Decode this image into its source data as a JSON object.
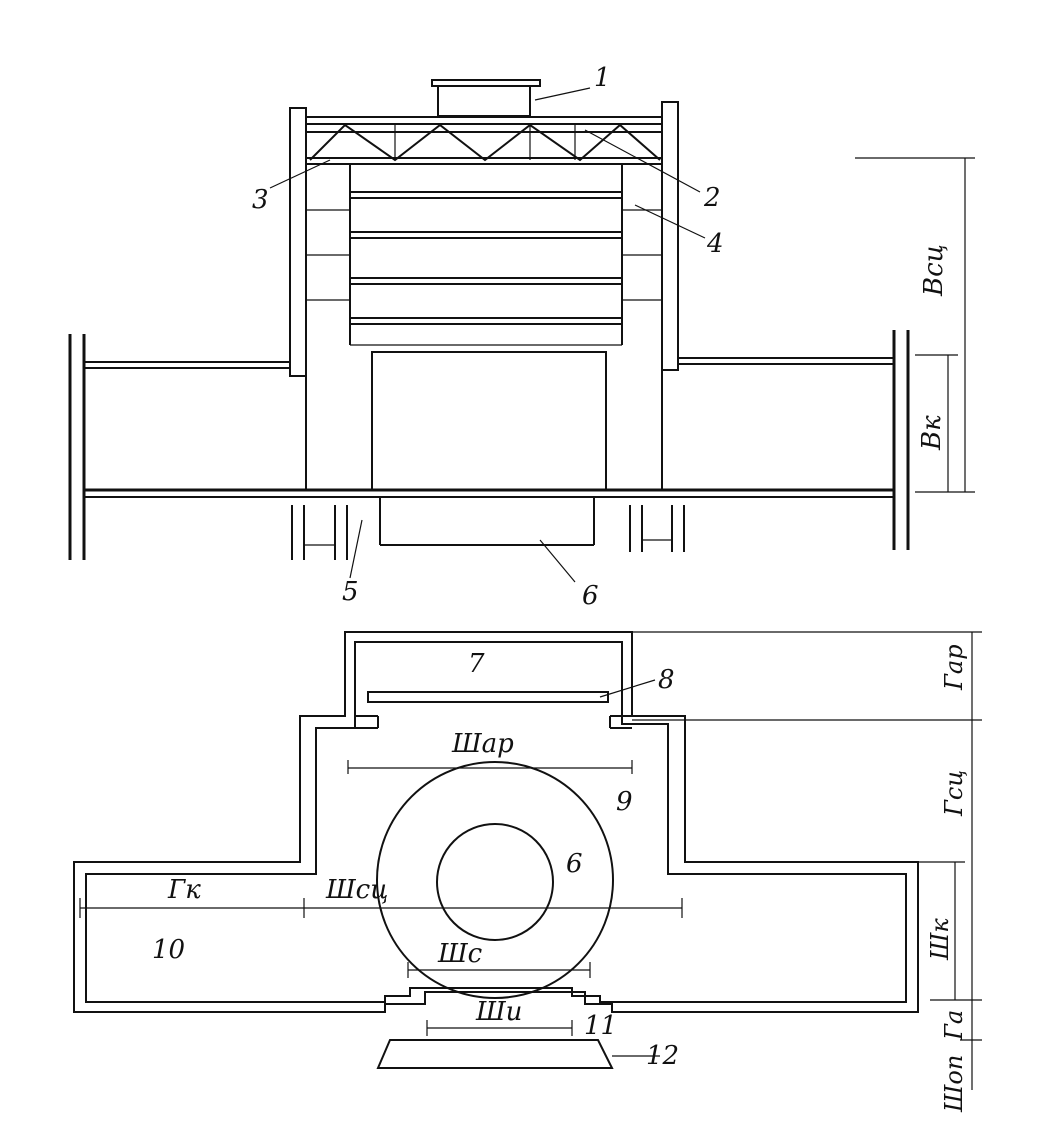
{
  "elevation": {
    "callouts": [
      "1",
      "2",
      "3",
      "4",
      "5",
      "6"
    ],
    "dimensions": {
      "total_height": "Всц",
      "crane_height": "Вк"
    }
  },
  "plan": {
    "callouts": [
      "7",
      "8",
      "9",
      "6",
      "10",
      "11",
      "12"
    ],
    "dimensions": {
      "ar_width": "Шар",
      "center_width": "Шсц",
      "crane_length": "Гк",
      "stage_width": "Шс",
      "proscenium_width": "Шu",
      "ar_depth": "Гар",
      "center_depth": "Гсц",
      "crane_width": "Шк",
      "apron_depth": "Га",
      "orchestra_width": "Шоп"
    }
  }
}
